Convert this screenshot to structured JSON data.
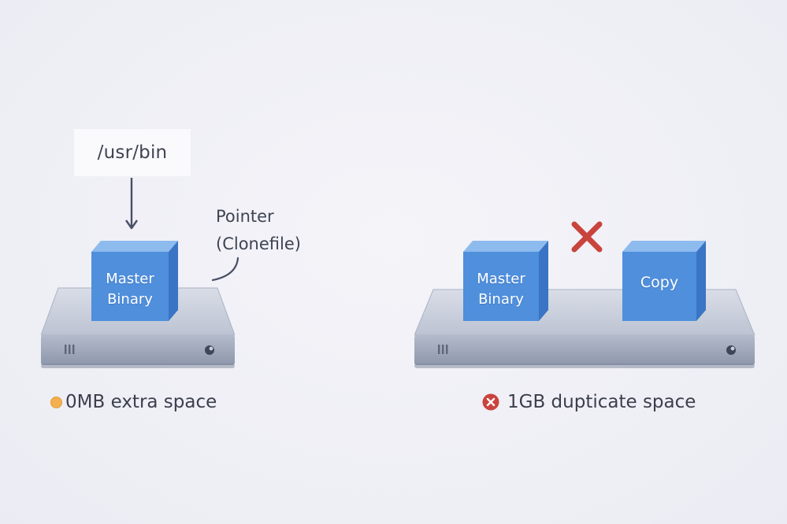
{
  "left_panel": {
    "path_label": "/usr/bin",
    "pointer_line1": "Pointer",
    "pointer_line2": "(Clonefile)",
    "cube_label_line1": "Master",
    "cube_label_line2": "Binary",
    "caption": "0MB extra space"
  },
  "right_panel": {
    "master_label_line1": "Master",
    "master_label_line2": "Binary",
    "copy_label": "Copy",
    "caption": "1GB dupticate space"
  },
  "icons": {
    "down_arrow": "arrow-down-icon",
    "pointer_curve": "curve-connector-icon",
    "x_mark": "x-mark-icon",
    "status_dot": "orange-dot-icon",
    "error": "error-circle-icon",
    "drive_power": "power-icon",
    "drive_vents": "vent-icon"
  },
  "colors": {
    "background": "#f0f0f6",
    "cube_front": "#4f8fdc",
    "cube_top": "#8dbbee",
    "cube_side": "#3a74c4",
    "drive_top": "#c5cbd8",
    "drive_front": "#9aa3b6",
    "x_red": "#c8443c",
    "dot_orange": "#f3b04e",
    "error_red": "#c9443e"
  }
}
